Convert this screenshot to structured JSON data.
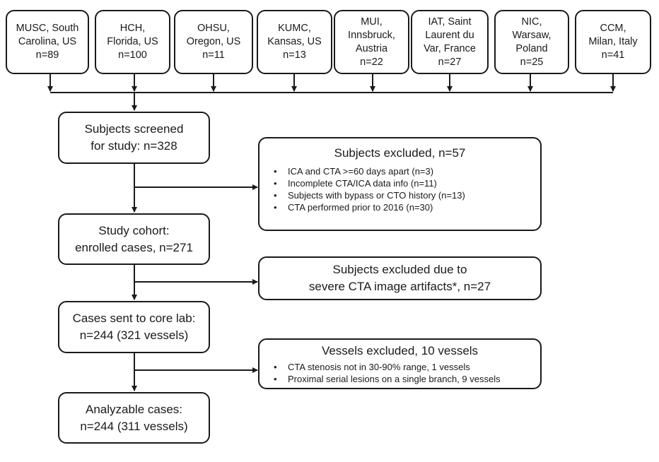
{
  "sites": [
    "MUSC, South\nCarolina, US\nn=89",
    "HCH,\nFlorida, US\nn=100",
    "OHSU,\nOregon, US\nn=11",
    "KUMC,\nKansas, US\nn=13",
    "MUI,\nInnsbruck,\nAustria\nn=22",
    "IAT, Saint\nLaurent du\nVar, France\nn=27",
    "NIC,\nWarsaw,\nPoland\nn=25",
    "CCM,\nMilan, Italy\nn=41"
  ],
  "flow": {
    "screened": "Subjects screened\nfor study: n=328",
    "cohort": "Study cohort:\nenrolled cases, n=271",
    "core_lab": "Cases sent to core lab:\nn=244 (321 vessels)",
    "analyzable": "Analyzable cases:\nn=244 (311 vessels)"
  },
  "exclusions": {
    "first": {
      "title": "Subjects excluded, n=57",
      "items": [
        "ICA and CTA >=60 days apart (n=3)",
        "Incomplete CTA/ICA data info (n=11)",
        "Subjects with bypass or CTO history (n=13)",
        "CTA performed prior to 2016 (n=30)"
      ]
    },
    "artifacts": "Subjects excluded due to\nsevere CTA image artifacts*, n=27",
    "vessels": {
      "title": "Vessels excluded, 10 vessels",
      "items": [
        "CTA stenosis not in 30-90% range, 1 vessels",
        "Proximal serial lesions on a single branch, 9 vessels"
      ]
    }
  },
  "colors": {
    "stroke": "#1a1a1a",
    "background": "#ffffff"
  }
}
